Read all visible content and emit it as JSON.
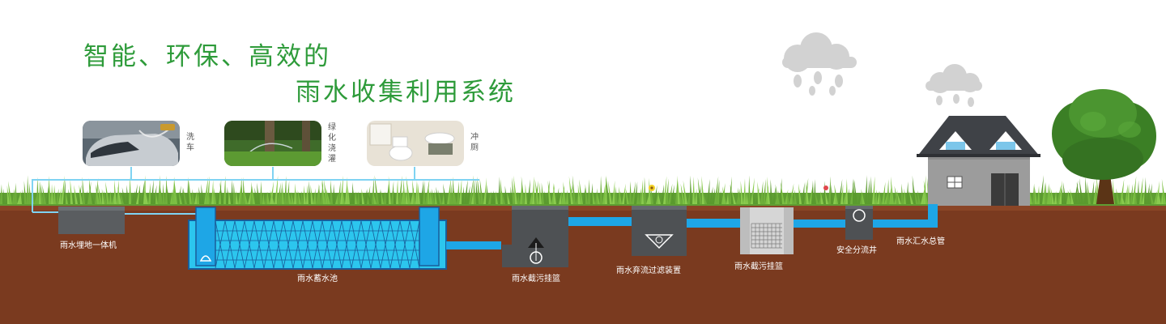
{
  "headline": {
    "line1": "智能、环保、高效的",
    "line2": "雨水收集利用系统"
  },
  "applications": [
    {
      "label": "洗车",
      "icon": "car-wash-photo"
    },
    {
      "label": "绿化浇灌",
      "icon": "lawn-sprinkler-photo"
    },
    {
      "label": "冲厕",
      "icon": "toilet-photo"
    }
  ],
  "components": {
    "integrated_unit": "雨水埋地一体机",
    "storage_tank": "雨水蓄水池",
    "basket_1": "雨水截污挂篮",
    "diversion_filter": "雨水弃流过滤装置",
    "basket_2": "雨水截污挂篮",
    "safety_diverter": "安全分流井",
    "main_pipe": "雨水汇水总管"
  },
  "colors": {
    "headline": "#2e9b3a",
    "soil": "#7a3a1f",
    "grass": "#6fb03b",
    "water_pipe": "#1ea6e6",
    "tank_module": "#2cc6ee",
    "supply_line": "#7fd3f2",
    "house_wall": "#9c9c9c",
    "roof": "#3f4247",
    "tree": "#3f8a28",
    "cloud": "#d2d2d2"
  }
}
